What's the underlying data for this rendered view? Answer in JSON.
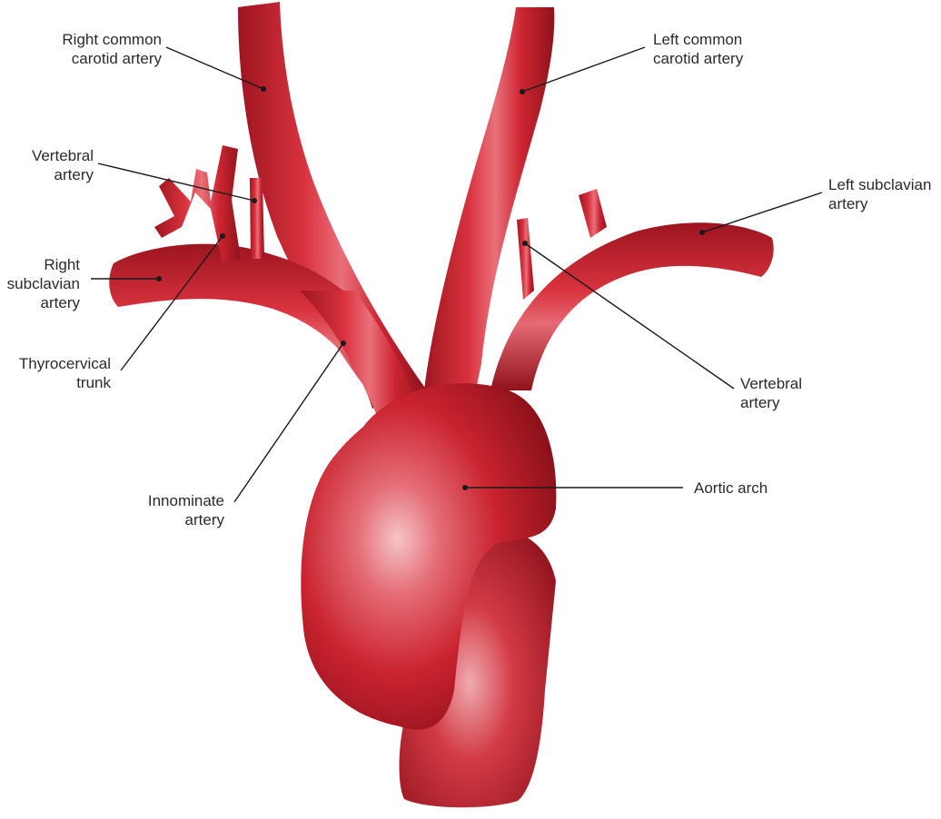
{
  "labels": {
    "right_common_carotid": [
      "Right common",
      "carotid artery"
    ],
    "left_common_carotid": [
      "Left common",
      "carotid artery"
    ],
    "vertebral_right": [
      "Vertebral",
      "artery"
    ],
    "left_subclavian": [
      "Left subclavian",
      "artery"
    ],
    "right_subclavian": [
      "Right",
      "subclavian",
      "artery"
    ],
    "thyrocervical_trunk": [
      "Thyrocervical",
      "trunk"
    ],
    "vertebral_left": [
      "Vertebral",
      "artery"
    ],
    "aortic_arch": [
      "Aortic arch"
    ],
    "innominate_artery": [
      "Innominate",
      "artery"
    ]
  },
  "colors": {
    "artery": "#c8232f",
    "artery_dark": "#8f121c",
    "artery_light": "#f2a2a8",
    "leader": "#1a1a1a",
    "text": "#2b2b2b"
  }
}
